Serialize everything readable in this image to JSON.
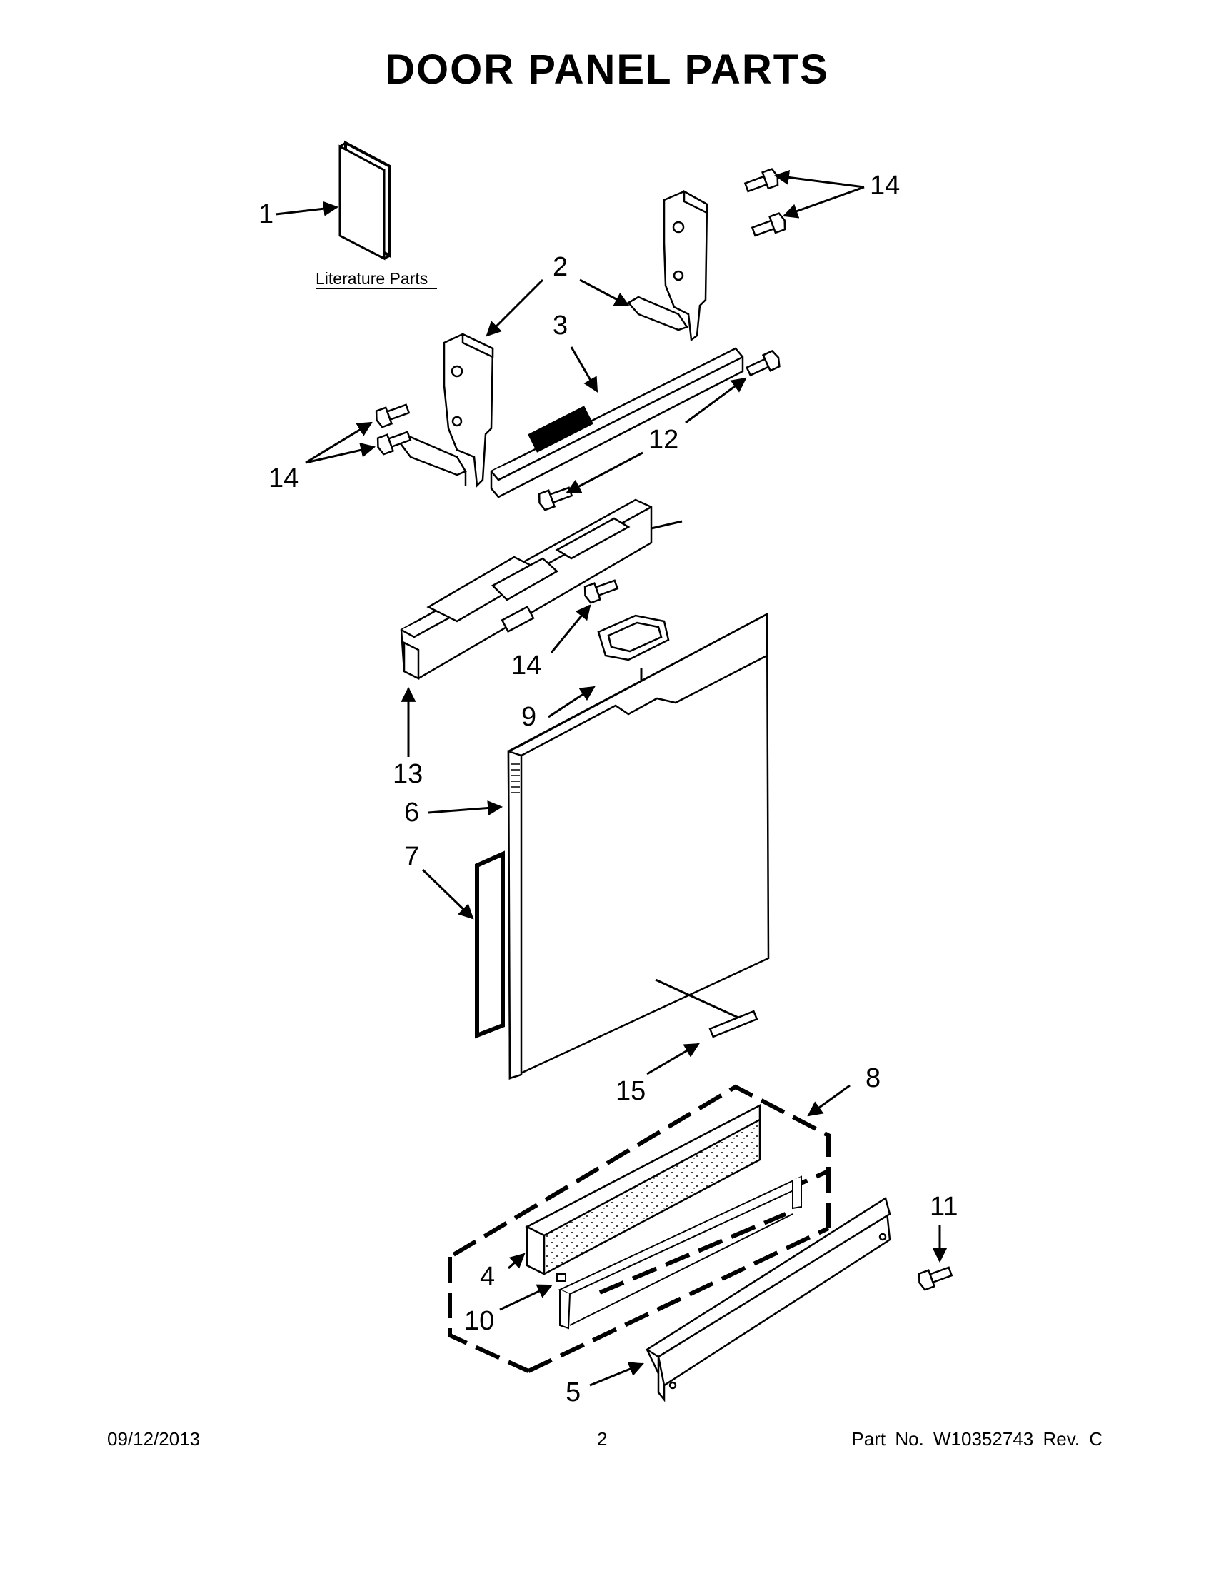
{
  "title": "DOOR PANEL PARTS",
  "literature_label": "Literature Parts",
  "callouts": {
    "c1": "1",
    "c2": "2",
    "c3": "3",
    "c4": "4",
    "c5": "5",
    "c6": "6",
    "c7": "7",
    "c8": "8",
    "c9": "9",
    "c10": "10",
    "c11": "11",
    "c12": "12",
    "c13": "13",
    "c14a": "14",
    "c14b": "14",
    "c14c": "14",
    "c15": "15"
  },
  "footer": {
    "date": "09/12/2013",
    "page": "2",
    "part": "Part No.  W10352743  Rev.  C"
  }
}
